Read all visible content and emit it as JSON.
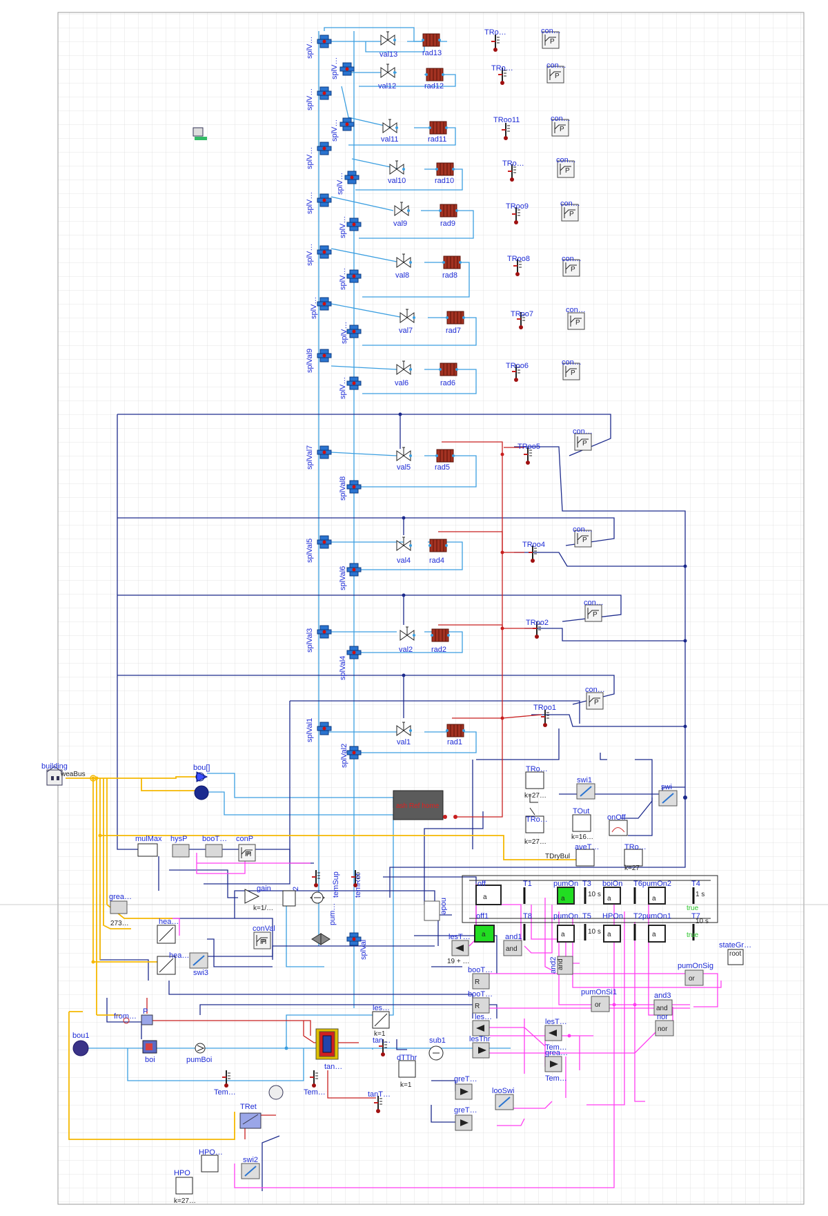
{
  "labels": {
    "splV_a": "splV…",
    "splV_b": "splV…",
    "val13": "val13",
    "rad13": "rad13",
    "TRo13": "TRo…",
    "con13": "con…",
    "val12": "val12",
    "rad12": "rad12",
    "TRo12": "TRo…",
    "con12": "con…",
    "val11": "val11",
    "rad11": "rad11",
    "TRo11": "TRoo11",
    "con11": "con…",
    "val10": "val10",
    "rad10": "rad10",
    "TRo10": "TRo…",
    "con10": "con…",
    "val9": "val9",
    "rad9": "rad9",
    "TRo9": "TRoo9",
    "con9": "con…",
    "val8": "val8",
    "rad8": "rad8",
    "TRo8": "TRoo8",
    "con8": "con…",
    "val7": "val7",
    "rad7": "rad7",
    "TRo7": "TRoo7",
    "con7": "con…",
    "val6": "val6",
    "rad6": "rad6",
    "TRo6": "TRoo6",
    "con6": "con…",
    "val5": "val5",
    "rad5": "rad5",
    "TRo5": "TRoo5",
    "con5": "con…",
    "val4": "val4",
    "rad4": "rad4",
    "TRo4": "TRoo4",
    "con4": "con…",
    "val2": "val2",
    "rad2": "rad2",
    "TRo2": "TRoo2",
    "con2": "con…",
    "val1": "val1",
    "rad1": "rad1",
    "TRo1": "TRoo1",
    "con1": "con…",
    "splVal9": "splVal9",
    "splVal7": "splVal7",
    "splVal8": "splVal8",
    "splVal5": "splVal5",
    "splVal6": "splVal6",
    "splVal3": "splVal3",
    "splVal4": "splVal4",
    "splVal1": "splVal1",
    "splVal2": "splVal2",
    "building": "building",
    "weaBus": "weaBus",
    "bou": "bou[]",
    "bou1": "bou1",
    "ashRef": "ash Ref home",
    "mulMax": "mulMax",
    "hysP": "hysP",
    "booT": "booT…",
    "conP": "conP",
    "conP_pi": "PI",
    "gain": "gain",
    "gain_k": "k=1/…",
    "temSup": "temSup",
    "temRet": "temRet",
    "pum": "pum…",
    "grea": "grea…",
    "grea_val": "273…",
    "hea1": "hea…",
    "hea2": "hea…",
    "swi3": "swi3",
    "conVal": "conVal",
    "conVal_pi": "PI",
    "splVal": "splVal",
    "from": "from…",
    "boi": "boi",
    "pumBoi": "pumBoi",
    "tank": "tan…",
    "lesTan": "les…",
    "lesTan_k": "k=1",
    "sub1": "sub1",
    "dTThr": "dTThr",
    "dTThr_k": "k=1",
    "TemA": "Tem…",
    "TemB": "Tem…",
    "TRet": "TRet",
    "tanT": "tanT…",
    "HPO1": "HPO…",
    "HPO2": "HPO",
    "HPO_k": "k=27…",
    "swi2": "swi2",
    "TRoA": "TRo…",
    "TRoA_k": "k=27…",
    "TRoB": "TRo…",
    "TRoB_k": "k=27…",
    "swi1": "swi1",
    "swi": "swi",
    "TOut": "TOut",
    "TOut_k": "k=16…",
    "onOff": "onOff",
    "aveT": "aveT…",
    "TRoC": "TRo…",
    "TRoC_k": "k=27",
    "TDryBul": "TDryBul",
    "off": "off",
    "off1": "off1",
    "T1": "T1",
    "T8": "T8",
    "pumOn": "pumOn",
    "pumOn2": "pumOn…",
    "T3": "T3",
    "T5": "T5",
    "boiOn": "boiOn",
    "HPOn": "HPOn",
    "T6pumOn2": "T6pumOn2",
    "T2pumOn1": "T2pumOn1",
    "T4": "T4",
    "T7": "T7",
    "t10a": "10 s",
    "t10b": "10 s",
    "t1": "1 s",
    "t10c": "10 s",
    "true1": "true",
    "true2": "true",
    "node": "node",
    "lesT1": "lesT…",
    "lesT1_val": "19 + …",
    "and1": "and1",
    "and2": "and2",
    "booT1": "booT…",
    "booT2": "booT…",
    "les": "les…",
    "lesThr": "lesThr",
    "lesT2": "lesT…",
    "Tem2": "Tem…",
    "grea2": "grea…",
    "Tem3": "Tem…",
    "greT1": "greT…",
    "greT2": "greT…",
    "looSwi": "looSwi",
    "pumOnSig": "pumOnSig",
    "or1": "or",
    "pumOnSi1": "pumOnSi1",
    "or2": "or",
    "and3": "and3",
    "nor": "nor",
    "nor_box": "nor",
    "stateGr": "stateGr…",
    "root": "root",
    "and_box": "and",
    "and2_box": "and",
    "and3_box": "and",
    "bk1": "R",
    "bk2": "R",
    "bk3": "R"
  },
  "colors": {
    "water": "#3a9ee0",
    "signal": "#1c2a8c",
    "heat": "#c81e1e",
    "boolean": "#ff3cf0",
    "weather": "#f5b800",
    "grid": "#dcdcdc"
  }
}
